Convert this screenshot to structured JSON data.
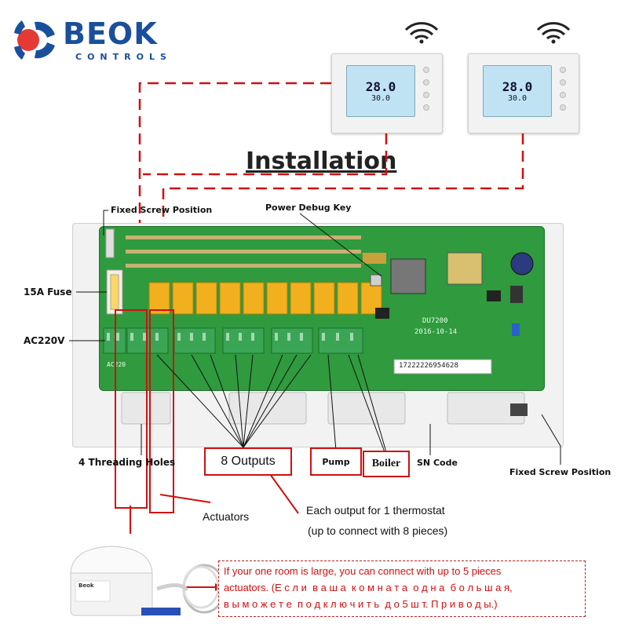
{
  "brand": {
    "name": "BEOK",
    "tagline": "CONTROLS",
    "colors": {
      "primary": "#1a4f9c",
      "accent": "#e53935"
    }
  },
  "title": "Installation",
  "thermostats": [
    {
      "display_temp": "28.0",
      "display_set": "30.0"
    },
    {
      "display_temp": "28.0",
      "display_set": "30.0"
    }
  ],
  "board": {
    "model": "DU7200",
    "date": "2016-10-14",
    "serial": "17222226954628",
    "ac_marking": "AC220"
  },
  "labels": {
    "fixed_screw_top": "Fixed Screw Position",
    "fixed_screw_right": "Fixed Screw Position",
    "power_debug": "Power Debug Key",
    "fuse": "15A Fuse",
    "ac220v": "AC220V",
    "threading": "4 Threading Holes",
    "outputs": "8 Outputs",
    "pump": "Pump",
    "boiler": "Boiler",
    "sn_code": "SN Code",
    "actuators": "Actuators",
    "each_output_line1": "Each output for 1 thermostat",
    "each_output_line2": "(up to connect with 8 pieces)",
    "actuator_brand": "Beok"
  },
  "note": {
    "line1": "If your one room is large, you can connect with up to 5 pieces",
    "line2": "actuators. (Е с л и  в а ш а  к о м н а т а  о д н а  б о л ь ш а я,",
    "line3": "в ы м о ж е т е  п о д к л ю ч и т ь  д о 5 ш т. П р и в о д ы.)"
  },
  "colors": {
    "highlight": "#d01010",
    "pcb": "#2f9a3e",
    "relay": "#f2b01e",
    "terminal": "#3aa655"
  }
}
